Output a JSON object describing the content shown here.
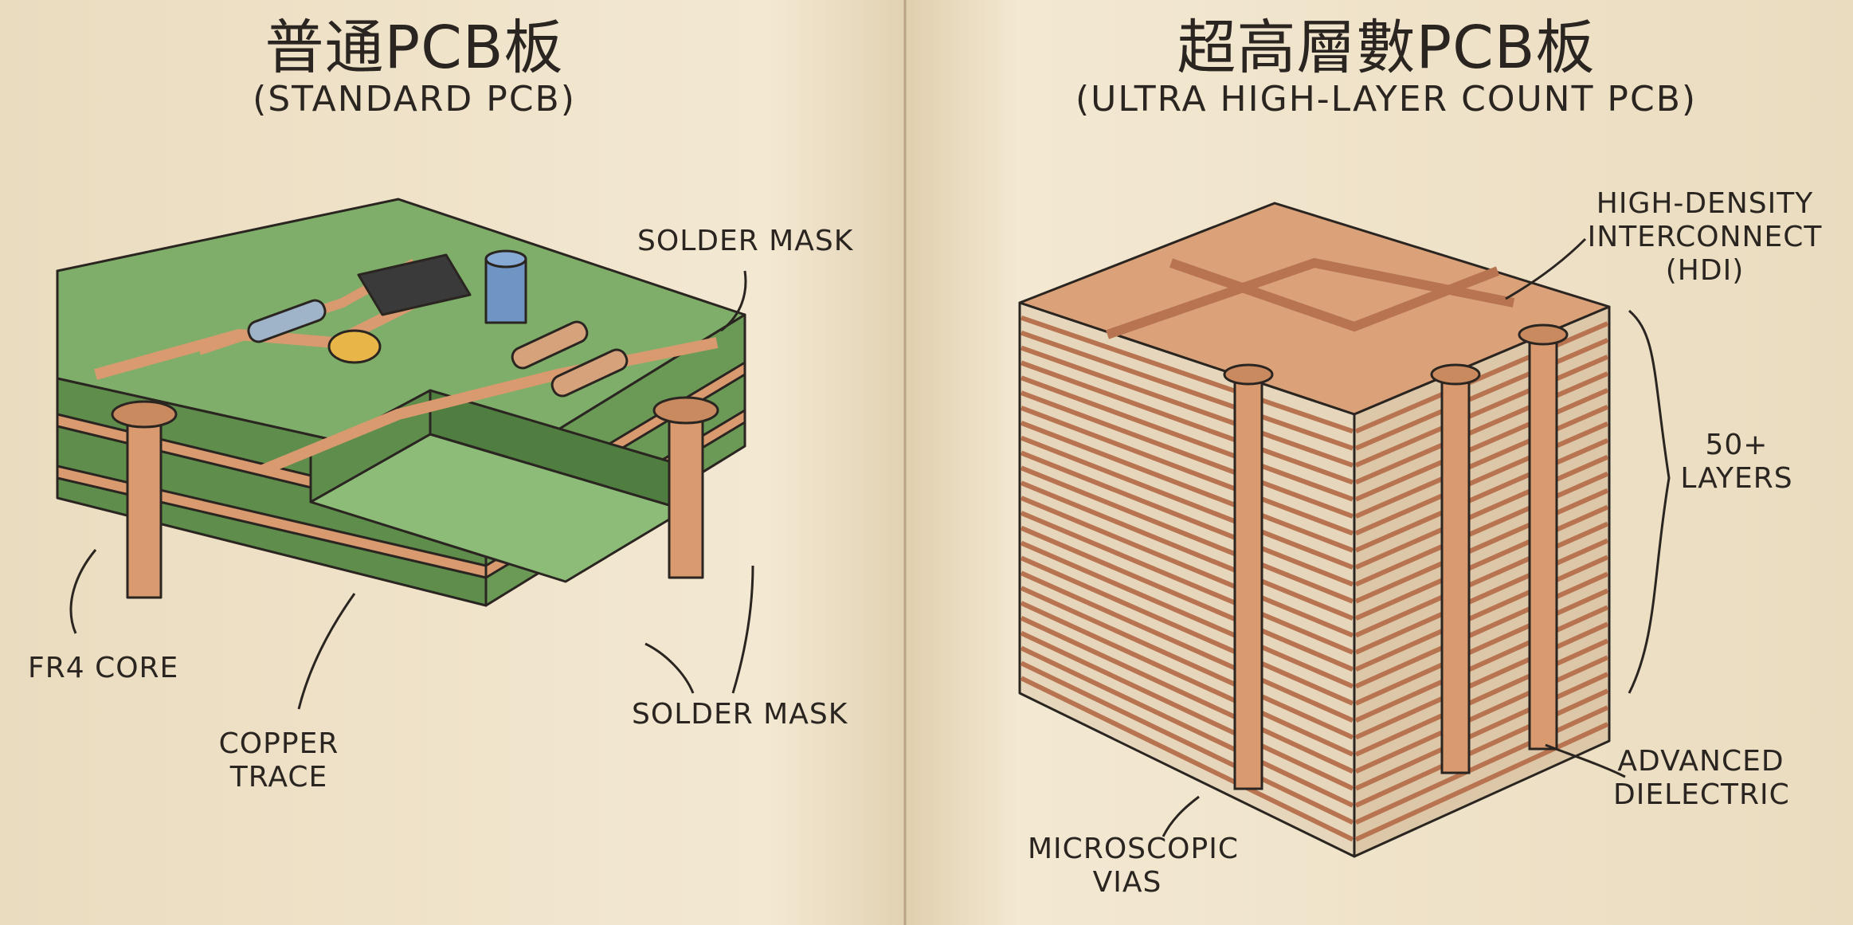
{
  "left_panel": {
    "title_zh": "普通PCB板",
    "title_en": "(STANDARD PCB)",
    "labels": {
      "solder_mask_top": "SOLDER MASK",
      "fr4_core": "FR4 CORE",
      "copper_trace_line1": "COPPER",
      "copper_trace_line2": "TRACE",
      "solder_mask_bottom": "SOLDER MASK"
    }
  },
  "right_panel": {
    "title_zh": "超高層數PCB板",
    "title_en": "(ULTRA HIGH-LAYER COUNT PCB)",
    "labels": {
      "hdi_line1": "HIGH-DENSITY",
      "hdi_line2": "INTERCONNECT",
      "hdi_line3": "(HDI)",
      "layers_line1": "50+",
      "layers_line2": "LAYERS",
      "dielectric_line1": "ADVANCED",
      "dielectric_line2": "DIELECTRIC",
      "vias_line1": "MICROSCOPIC",
      "vias_line2": "VIAS"
    }
  },
  "colors": {
    "paper": "#efe3cb",
    "board_green": "#7fae6a",
    "board_green_dark": "#5e8d4c",
    "copper": "#d99a70",
    "copper_dark": "#b87450",
    "dielectric": "#e9dcc3",
    "ink": "#2a2520"
  }
}
